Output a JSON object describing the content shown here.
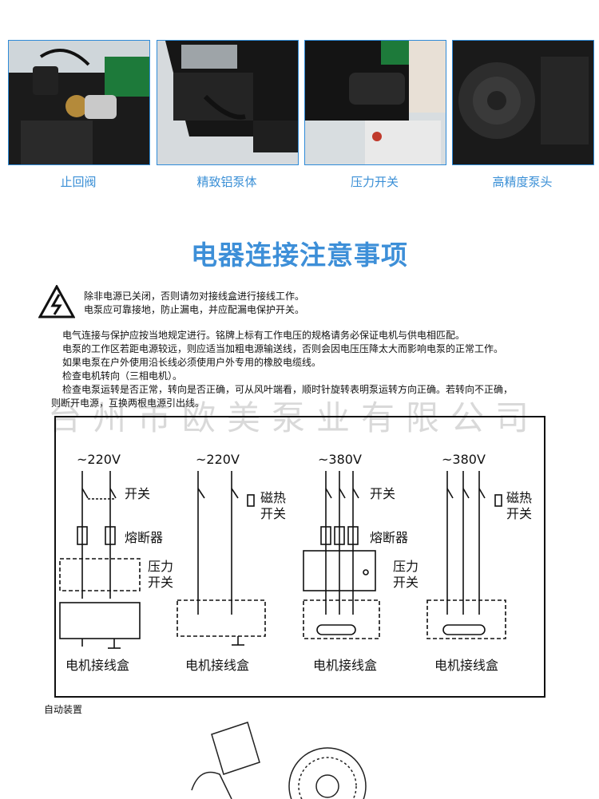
{
  "features": [
    {
      "caption": "止回阀"
    },
    {
      "caption": "精致铝泵体"
    },
    {
      "caption": "压力开关"
    },
    {
      "caption": "高精度泵头"
    }
  ],
  "title": "电器连接注意事项",
  "warning_icon": "high-voltage-warning-icon",
  "warnings": [
    "除非电源已关闭，否则请勿对接线盒进行接线工作。",
    "电泵应可靠接地，防止漏电，并应配漏电保护开关。"
  ],
  "instructions": [
    "电气连接与保护应按当地规定进行。铭牌上标有工作电压的规格请务必保证电机与供电相匹配。",
    "电泵的工作区若距电源较远，则应适当加粗电源输送线，否则会因电压压降太大而影响电泵的正常工作。",
    "如果电泵在户外使用沿长线必须使用户外专用的橡胶电缆线。",
    "检查电机转向（三相电机）。",
    "检查电泵运转是否正常，转向是否正确，可从风叶端看，顺时针旋转表明泵运转方向正确。若转向不正确，",
    "则断开电源，互换两根电源引出线。"
  ],
  "watermark": "台州市欧美泵业有限公司",
  "diagrams": [
    {
      "voltage": "~220V",
      "switch": "开关",
      "fuse": "熔断器",
      "pressure": [
        "压力",
        "开关"
      ],
      "box": "电机接线盒"
    },
    {
      "voltage": "~220V",
      "switch": [
        "磁热",
        "开关"
      ],
      "box": "电机接线盒"
    },
    {
      "voltage": "~380V",
      "switch": "开关",
      "fuse": "熔断器",
      "pressure": [
        "压力",
        "开关"
      ],
      "box": "电机接线盒"
    },
    {
      "voltage": "~380V",
      "switch": [
        "磁热",
        "开关"
      ],
      "box": "电机接线盒"
    }
  ],
  "auto_device_label": "自动装置",
  "colors": {
    "accent": "#3d8fd8",
    "border": "#2f8bd8"
  }
}
